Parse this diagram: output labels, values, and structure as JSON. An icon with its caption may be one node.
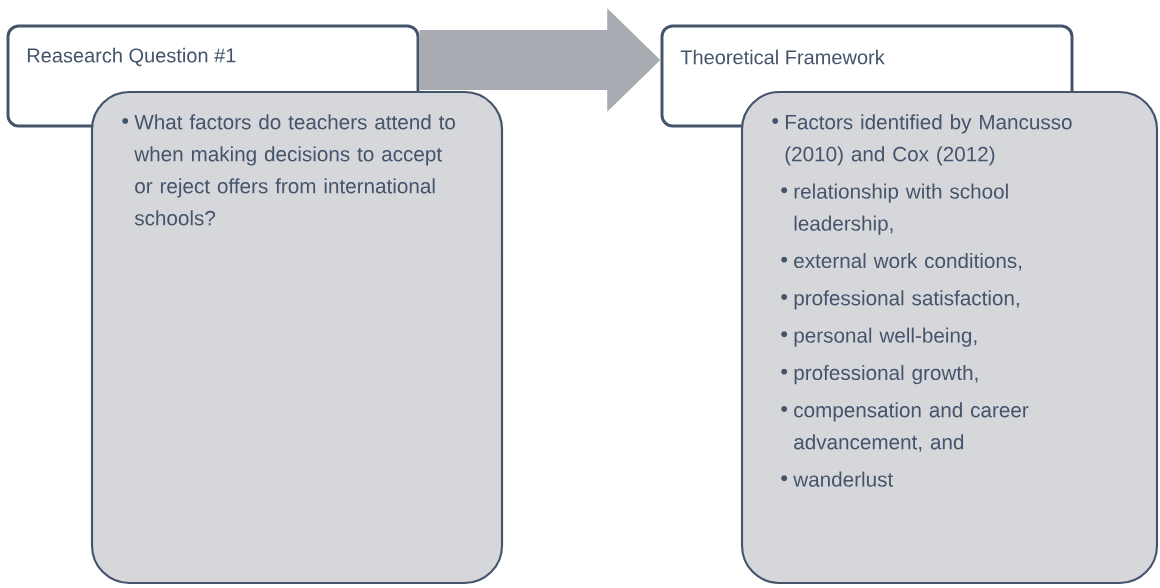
{
  "diagram": {
    "nodes": [
      {
        "text": [
          "Reasearch Question #1"
        ]
      },
      {
        "text": [
          "What factors do teachers attend to when making decisions to accept or reject offers from international schools?"
        ]
      },
      {
        "text": [
          "Theoretical Framework"
        ]
      },
      {
        "text": [
          "Factors identified by Mancusso (2010) and Cox (2012)",
          "relationship with school leadership,",
          "external work conditions,",
          "professional satisfaction,",
          "personal well-being,",
          "professional growth,",
          "compensation and career advancement, and",
          "wanderlust"
        ]
      }
    ],
    "edges": [
      {
        "from": 0,
        "to": 2,
        "arrow": "to"
      }
    ]
  }
}
